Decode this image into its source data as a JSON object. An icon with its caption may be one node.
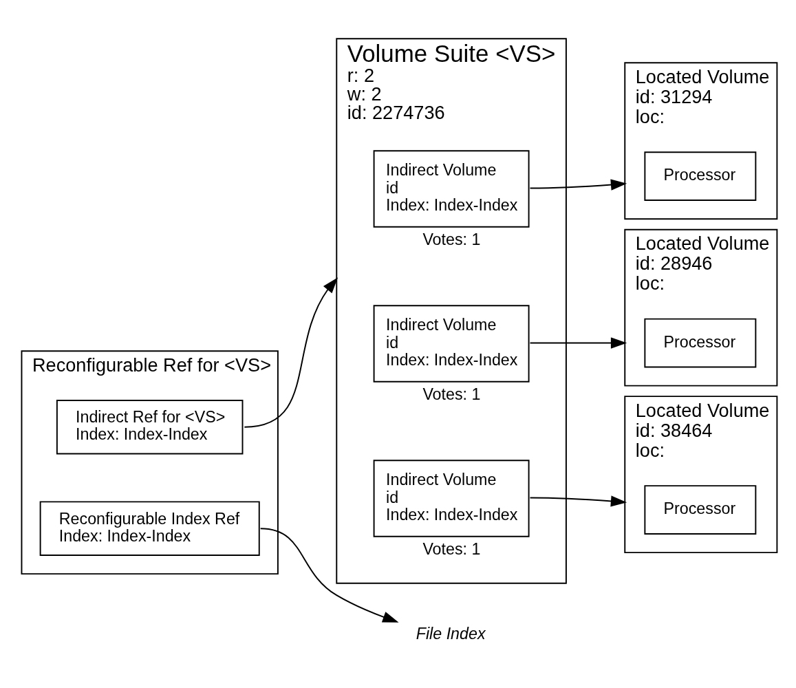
{
  "diagram": {
    "nodes": [
      {
        "text": [
          "Reconfigurable Ref for <VS>"
        ]
      },
      {
        "text": [
          "Indirect Ref for <VS>",
          "Index: Index-Index"
        ],
        "in": 0
      },
      {
        "text": [
          "Reconfigurable Index Ref",
          "Index: Index-Index"
        ],
        "in": 0
      },
      {
        "text": [
          "File Index"
        ]
      },
      {
        "text": [
          "Volume Suite <VS>",
          "r: 2",
          "w: 2",
          "id: 2274736"
        ]
      },
      {
        "text": [
          "Indirect Volume",
          "id",
          "Index: Index-Index"
        ],
        "beside": [
          "Votes: 1"
        ],
        "in": 4
      },
      {
        "text": [
          "Indirect Volume",
          "id",
          "Index: Index-Index"
        ],
        "beside": [
          "Votes: 1"
        ],
        "in": 4
      },
      {
        "text": [
          "Indirect Volume",
          "id",
          "Index: Index-Index"
        ],
        "beside": [
          "Votes: 1"
        ],
        "in": 4
      },
      {
        "text": [
          "Located Volume",
          "id: 31294",
          "loc:"
        ]
      },
      {
        "text": [
          "Processor"
        ],
        "in": 8
      },
      {
        "text": [
          "Located Volume",
          "id: 28946",
          "loc:"
        ]
      },
      {
        "text": [
          "Processor"
        ],
        "in": 10
      },
      {
        "text": [
          "Located Volume",
          "id: 38464",
          "loc:"
        ]
      },
      {
        "text": [
          "Processor"
        ],
        "in": 12
      }
    ],
    "edges": [
      {
        "from": 1,
        "to": 4,
        "arrow": "to"
      },
      {
        "from": 2,
        "to": 3,
        "arrow": "to"
      },
      {
        "from": 5,
        "to": 8,
        "arrow": "to"
      },
      {
        "from": 6,
        "to": 10,
        "arrow": "to"
      },
      {
        "from": 7,
        "to": 12,
        "arrow": "to"
      }
    ]
  }
}
